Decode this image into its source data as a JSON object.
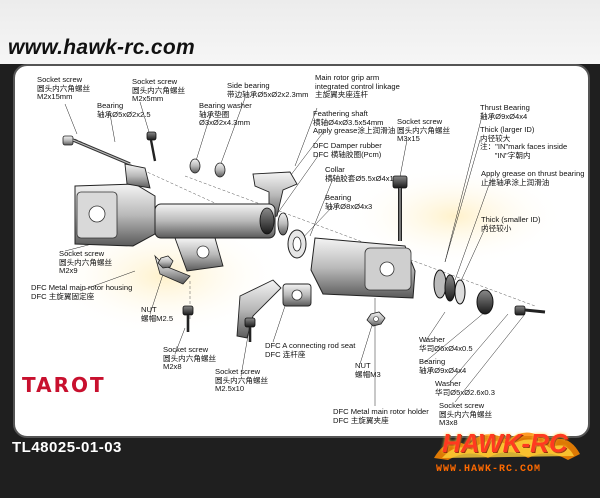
{
  "site_url": "www.hawk-rc.com",
  "brand": {
    "prefix": "TARO",
    "accent": "T"
  },
  "part_code": "TL48025-01-03",
  "logo": {
    "name": "HAWK-RC",
    "url": "WWW.HAWK-RC.COM"
  },
  "labels": [
    {
      "en": "Socket screw",
      "cn": "圆头内六角螺丝",
      "spec": "M2x15mm"
    },
    {
      "en": "Socket screw",
      "cn": "圆头内六角螺丝",
      "spec": "M2x5mm"
    },
    {
      "en": "Side bearing",
      "cn": "带边轴承Ø5xØ2x2.3mm",
      "spec": ""
    },
    {
      "en": "Main rotor grip arm",
      "cn": "integrated control linkage",
      "spec": "主旋翼夹座连杆"
    },
    {
      "en": "Bearing",
      "cn": "轴承Ø5xØ2x2.5",
      "spec": ""
    },
    {
      "en": "Bearing washer",
      "cn": "轴承垫圈",
      "spec": "Ø3xØ2x4.3mm"
    },
    {
      "en": "Feathering shaft",
      "cn": "横轴Ø4xØ3.5x54mm",
      "spec": "Apply grease涂上润滑油"
    },
    {
      "en": "Socket screw",
      "cn": "圆头内六角螺丝",
      "spec": "M3x15"
    },
    {
      "en": "Thrust Bearing",
      "cn": "轴承Ø9xØ4x4",
      "spec": ""
    },
    {
      "en": "Thick (larger ID)",
      "cn": "内径较大",
      "spec": "注：\"IN\"mark faces inside\n       \"IN\"字朝内"
    },
    {
      "en": "DFC Damper rubber",
      "cn": "DFC 横轴胶圈(Pcm)",
      "spec": ""
    },
    {
      "en": "Collar",
      "cn": "横轴胶套Ø5.5xØ4x1",
      "spec": ""
    },
    {
      "en": "Apply grease on thrust bearing",
      "cn": "止推轴承涂上润滑油",
      "spec": ""
    },
    {
      "en": "Bearing",
      "cn": "轴承Ø8xØ4x3",
      "spec": ""
    },
    {
      "en": "Thick (smaller ID)",
      "cn": "内径较小",
      "spec": ""
    },
    {
      "en": "Socket screw",
      "cn": "圆头内六角螺丝",
      "spec": "M2x9"
    },
    {
      "en": "DFC Metal main rotor housing",
      "cn": "DFC 主旋翼固定座",
      "spec": ""
    },
    {
      "en": "NUT",
      "cn": "螺帽M2.5",
      "spec": ""
    },
    {
      "en": "Socket screw",
      "cn": "圆头内六角螺丝",
      "spec": "M2x8"
    },
    {
      "en": "Socket screw",
      "cn": "圆头内六角螺丝",
      "spec": "M2.5x10"
    },
    {
      "en": "DFC A connecting rod seat",
      "cn": "DFC 连杆座",
      "spec": ""
    },
    {
      "en": "NUT",
      "cn": "螺帽M3",
      "spec": ""
    },
    {
      "en": "Washer",
      "cn": "华司Ø6xØ4x0.5",
      "spec": ""
    },
    {
      "en": "Bearing",
      "cn": "轴承Ø9xØ4x4",
      "spec": ""
    },
    {
      "en": "Washer",
      "cn": "华司Ø5xØ2.6x0.3",
      "spec": ""
    },
    {
      "en": "Socket screw",
      "cn": "圆头内六角螺丝",
      "spec": "M3x8"
    },
    {
      "en": "DFC Metal main rotor holder",
      "cn": "DFC 主旋翼夹座",
      "spec": ""
    }
  ]
}
